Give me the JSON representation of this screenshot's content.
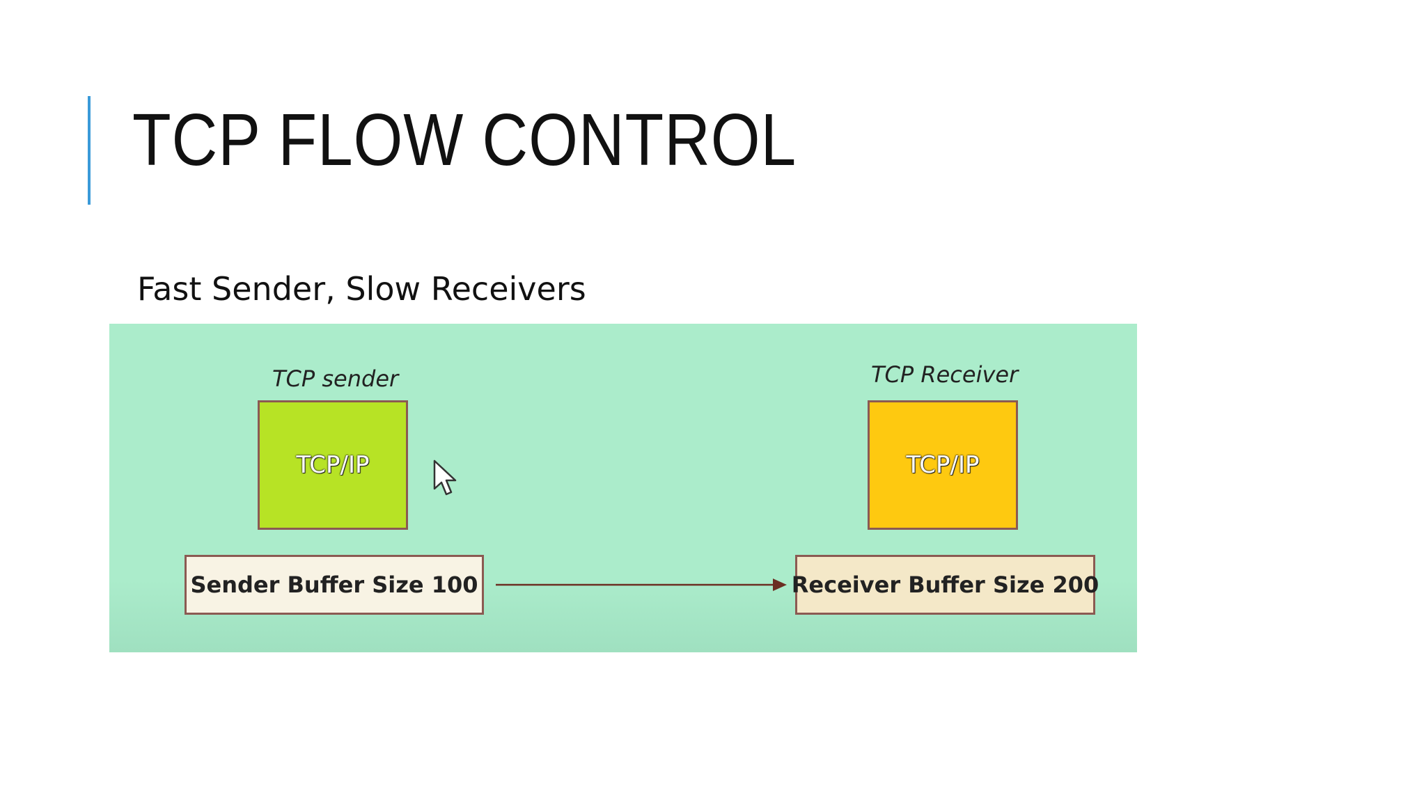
{
  "slide": {
    "title": "TCP FLOW CONTROL",
    "subtitle": "Fast Sender, Slow Receivers",
    "accent_color": "#3a9ad9"
  },
  "diagram": {
    "background_color": "#abeccb",
    "sender": {
      "label": "TCP sender",
      "box_text": "TCP/IP",
      "box_color": "#b7e325",
      "buffer_text": "Sender Buffer Size 100"
    },
    "receiver": {
      "label": "TCP Receiver",
      "box_text": "TCP/IP",
      "box_color": "#fec910",
      "buffer_text": "Receiver Buffer Size 200"
    },
    "arrow_color": "#6b2e22",
    "cursor_icon": "mouse-pointer-icon"
  }
}
